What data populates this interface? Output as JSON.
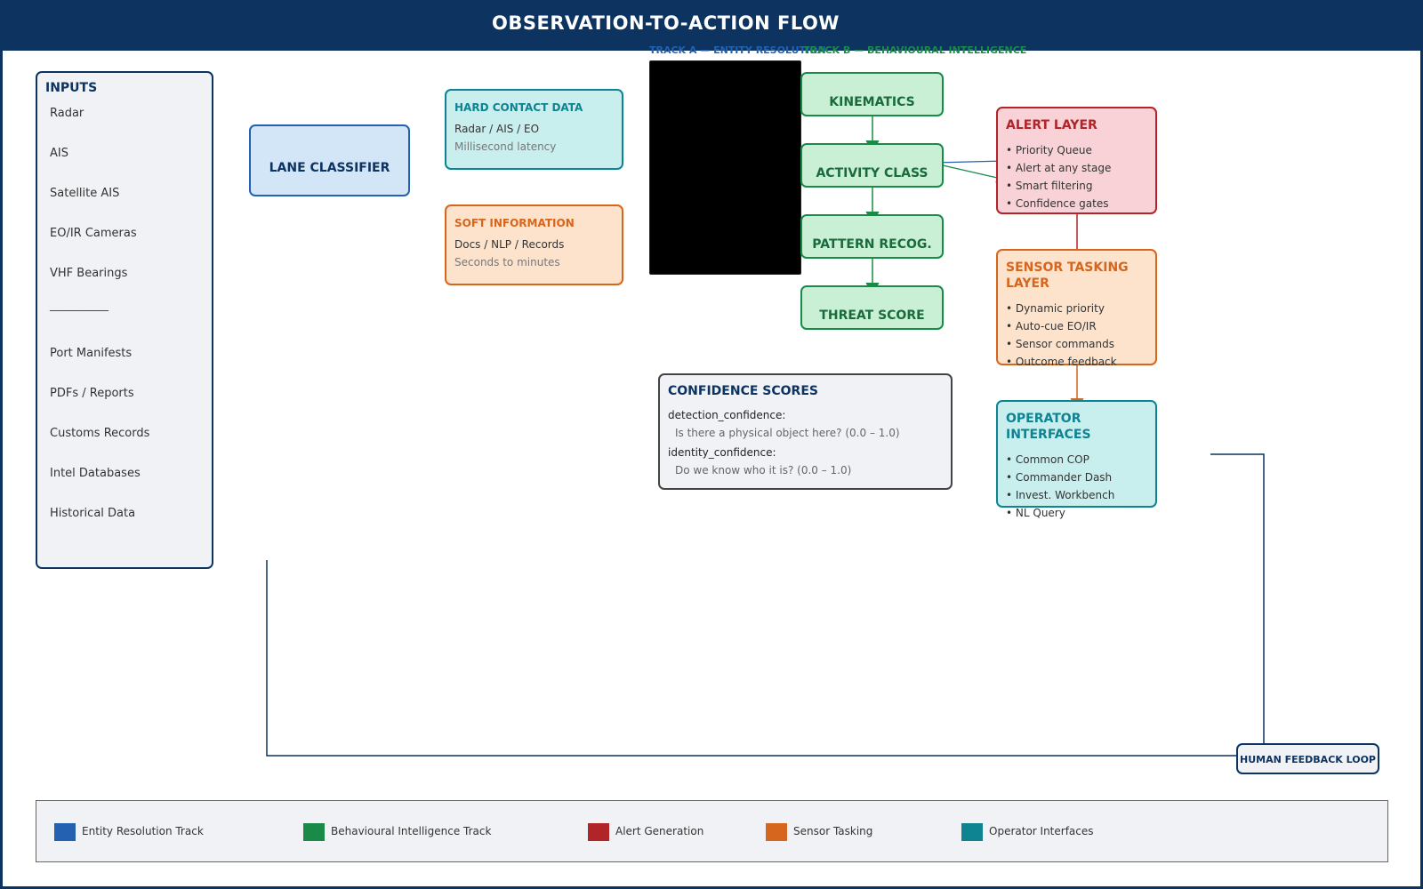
{
  "header": {
    "title": "OBSERVATION-TO-ACTION FLOW"
  },
  "colors": {
    "navy": "#0d3360",
    "entity": "#2461b0",
    "behaviour": "#1a8a49",
    "alert": "#b12428",
    "sensor": "#d6651d",
    "operator": "#0e8391"
  },
  "inputs": {
    "title": "INPUTS",
    "items": [
      "Radar",
      "AIS",
      "Satellite AIS",
      "EO/IR Cameras",
      "VHF Bearings",
      "___________",
      "Port Manifests",
      "PDFs / Reports",
      "Customs Records",
      "Intel Databases",
      "Historical Data"
    ]
  },
  "lane": {
    "title": "LANE CLASSIFIER"
  },
  "hard": {
    "title": "HARD CONTACT DATA",
    "line1": "Radar / AIS / EO",
    "line2": "Millisecond latency"
  },
  "soft": {
    "title": "SOFT INFORMATION",
    "line1": "Docs / NLP / Records",
    "line2": "Seconds to minutes"
  },
  "tracks": {
    "a": "TRACK A — ENTITY RESOLUTION",
    "b": "TRACK B — BEHAVIOURAL INTELLIGENCE"
  },
  "behaviour": [
    "KINEMATICS",
    "ACTIVITY CLASS",
    "PATTERN RECOG.",
    "THREAT SCORE"
  ],
  "alert": {
    "title": "ALERT LAYER",
    "items": [
      "• Priority Queue",
      "• Alert at any stage",
      "• Smart filtering",
      "• Confidence gates"
    ]
  },
  "sensor": {
    "title_line1": "SENSOR TASKING",
    "title_line2": "LAYER",
    "items": [
      "• Dynamic priority",
      "• Auto-cue EO/IR",
      "• Sensor commands",
      "• Outcome feedback"
    ]
  },
  "operator": {
    "title_line1": "OPERATOR",
    "title_line2": "INTERFACES",
    "items": [
      "• Common COP",
      "• Commander Dash",
      "• Invest. Workbench",
      "• NL Query"
    ]
  },
  "confidence": {
    "title": "CONFIDENCE SCORES",
    "d_label": "detection_confidence:",
    "d_desc": "Is there a physical object here?  (0.0 – 1.0)",
    "i_label": "identity_confidence:",
    "i_desc": "Do we know who it is?  (0.0 – 1.0)"
  },
  "feedback": {
    "title": "HUMAN FEEDBACK LOOP"
  },
  "legend": [
    {
      "label": "Entity Resolution Track",
      "color": "#2461b0"
    },
    {
      "label": "Behavioural Intelligence Track",
      "color": "#1a8a49"
    },
    {
      "label": "Alert Generation",
      "color": "#b12428"
    },
    {
      "label": "Sensor Tasking",
      "color": "#d6651d"
    },
    {
      "label": "Operator Interfaces",
      "color": "#0e8391"
    }
  ]
}
